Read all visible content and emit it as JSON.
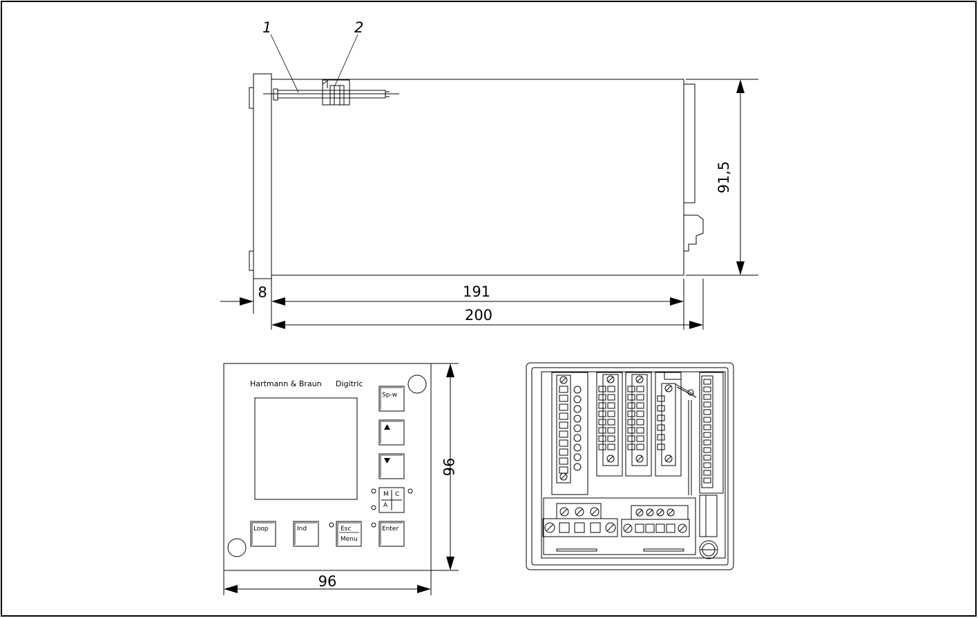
{
  "side_view": {
    "callouts": [
      "1",
      "2"
    ],
    "dims": {
      "height": "91,5",
      "front": "8",
      "body": "191",
      "total": "200"
    }
  },
  "front_view": {
    "brand": "Hartmann & Braun",
    "model": "Digitric",
    "keys": {
      "spw": "Sp-w",
      "mode_m": "M",
      "mode_c": "C",
      "mode_a": "A",
      "loop": "Loop",
      "ind": "Ind",
      "esc": "Esc",
      "menu": "Menu",
      "enter": "Enter"
    },
    "dims": {
      "height": "96",
      "width": "96"
    }
  }
}
